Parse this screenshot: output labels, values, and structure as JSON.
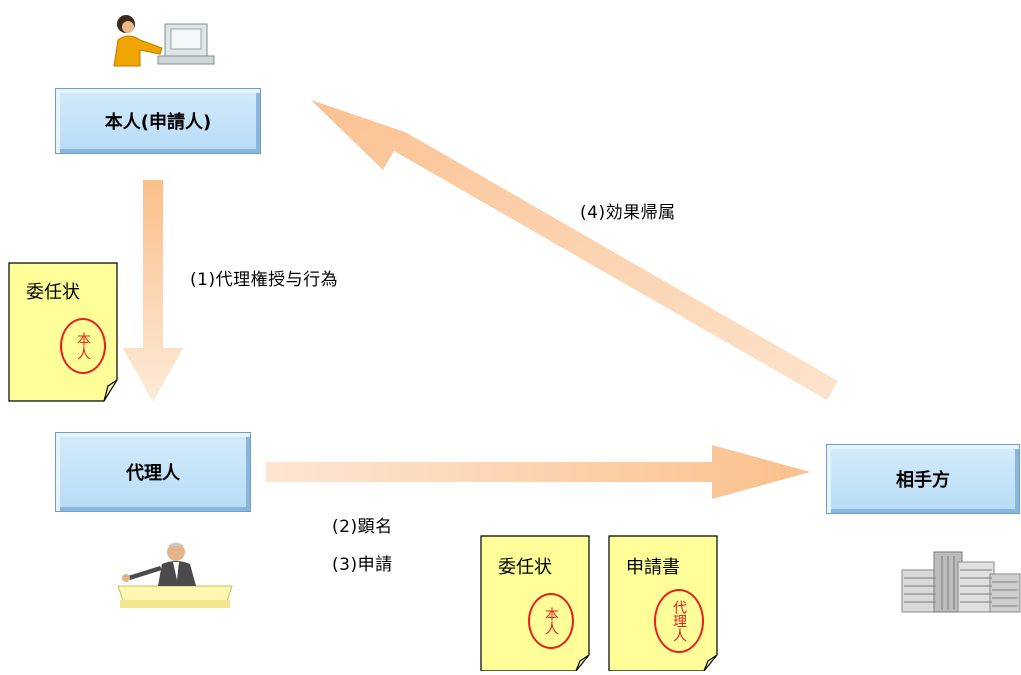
{
  "nodes": {
    "principal": "本人(申請人)",
    "agent": "代理人",
    "counterparty": "相手方"
  },
  "steps": {
    "step1": "(1)代理権授与行為",
    "step2": "(2)顕名",
    "step3": "(3)申請",
    "step4": "(4)効果帰属"
  },
  "documents": {
    "doc_left": {
      "title": "委任状",
      "seal": "本人"
    },
    "doc_mid": {
      "title": "委任状",
      "seal": "本人"
    },
    "doc_right": {
      "title": "申請書",
      "seal": "代理人"
    }
  },
  "colors": {
    "arrow": "#fbc79a",
    "node_fill": "#c5e3f8",
    "doc_fill": "#ffff99",
    "seal": "#e8201e"
  }
}
